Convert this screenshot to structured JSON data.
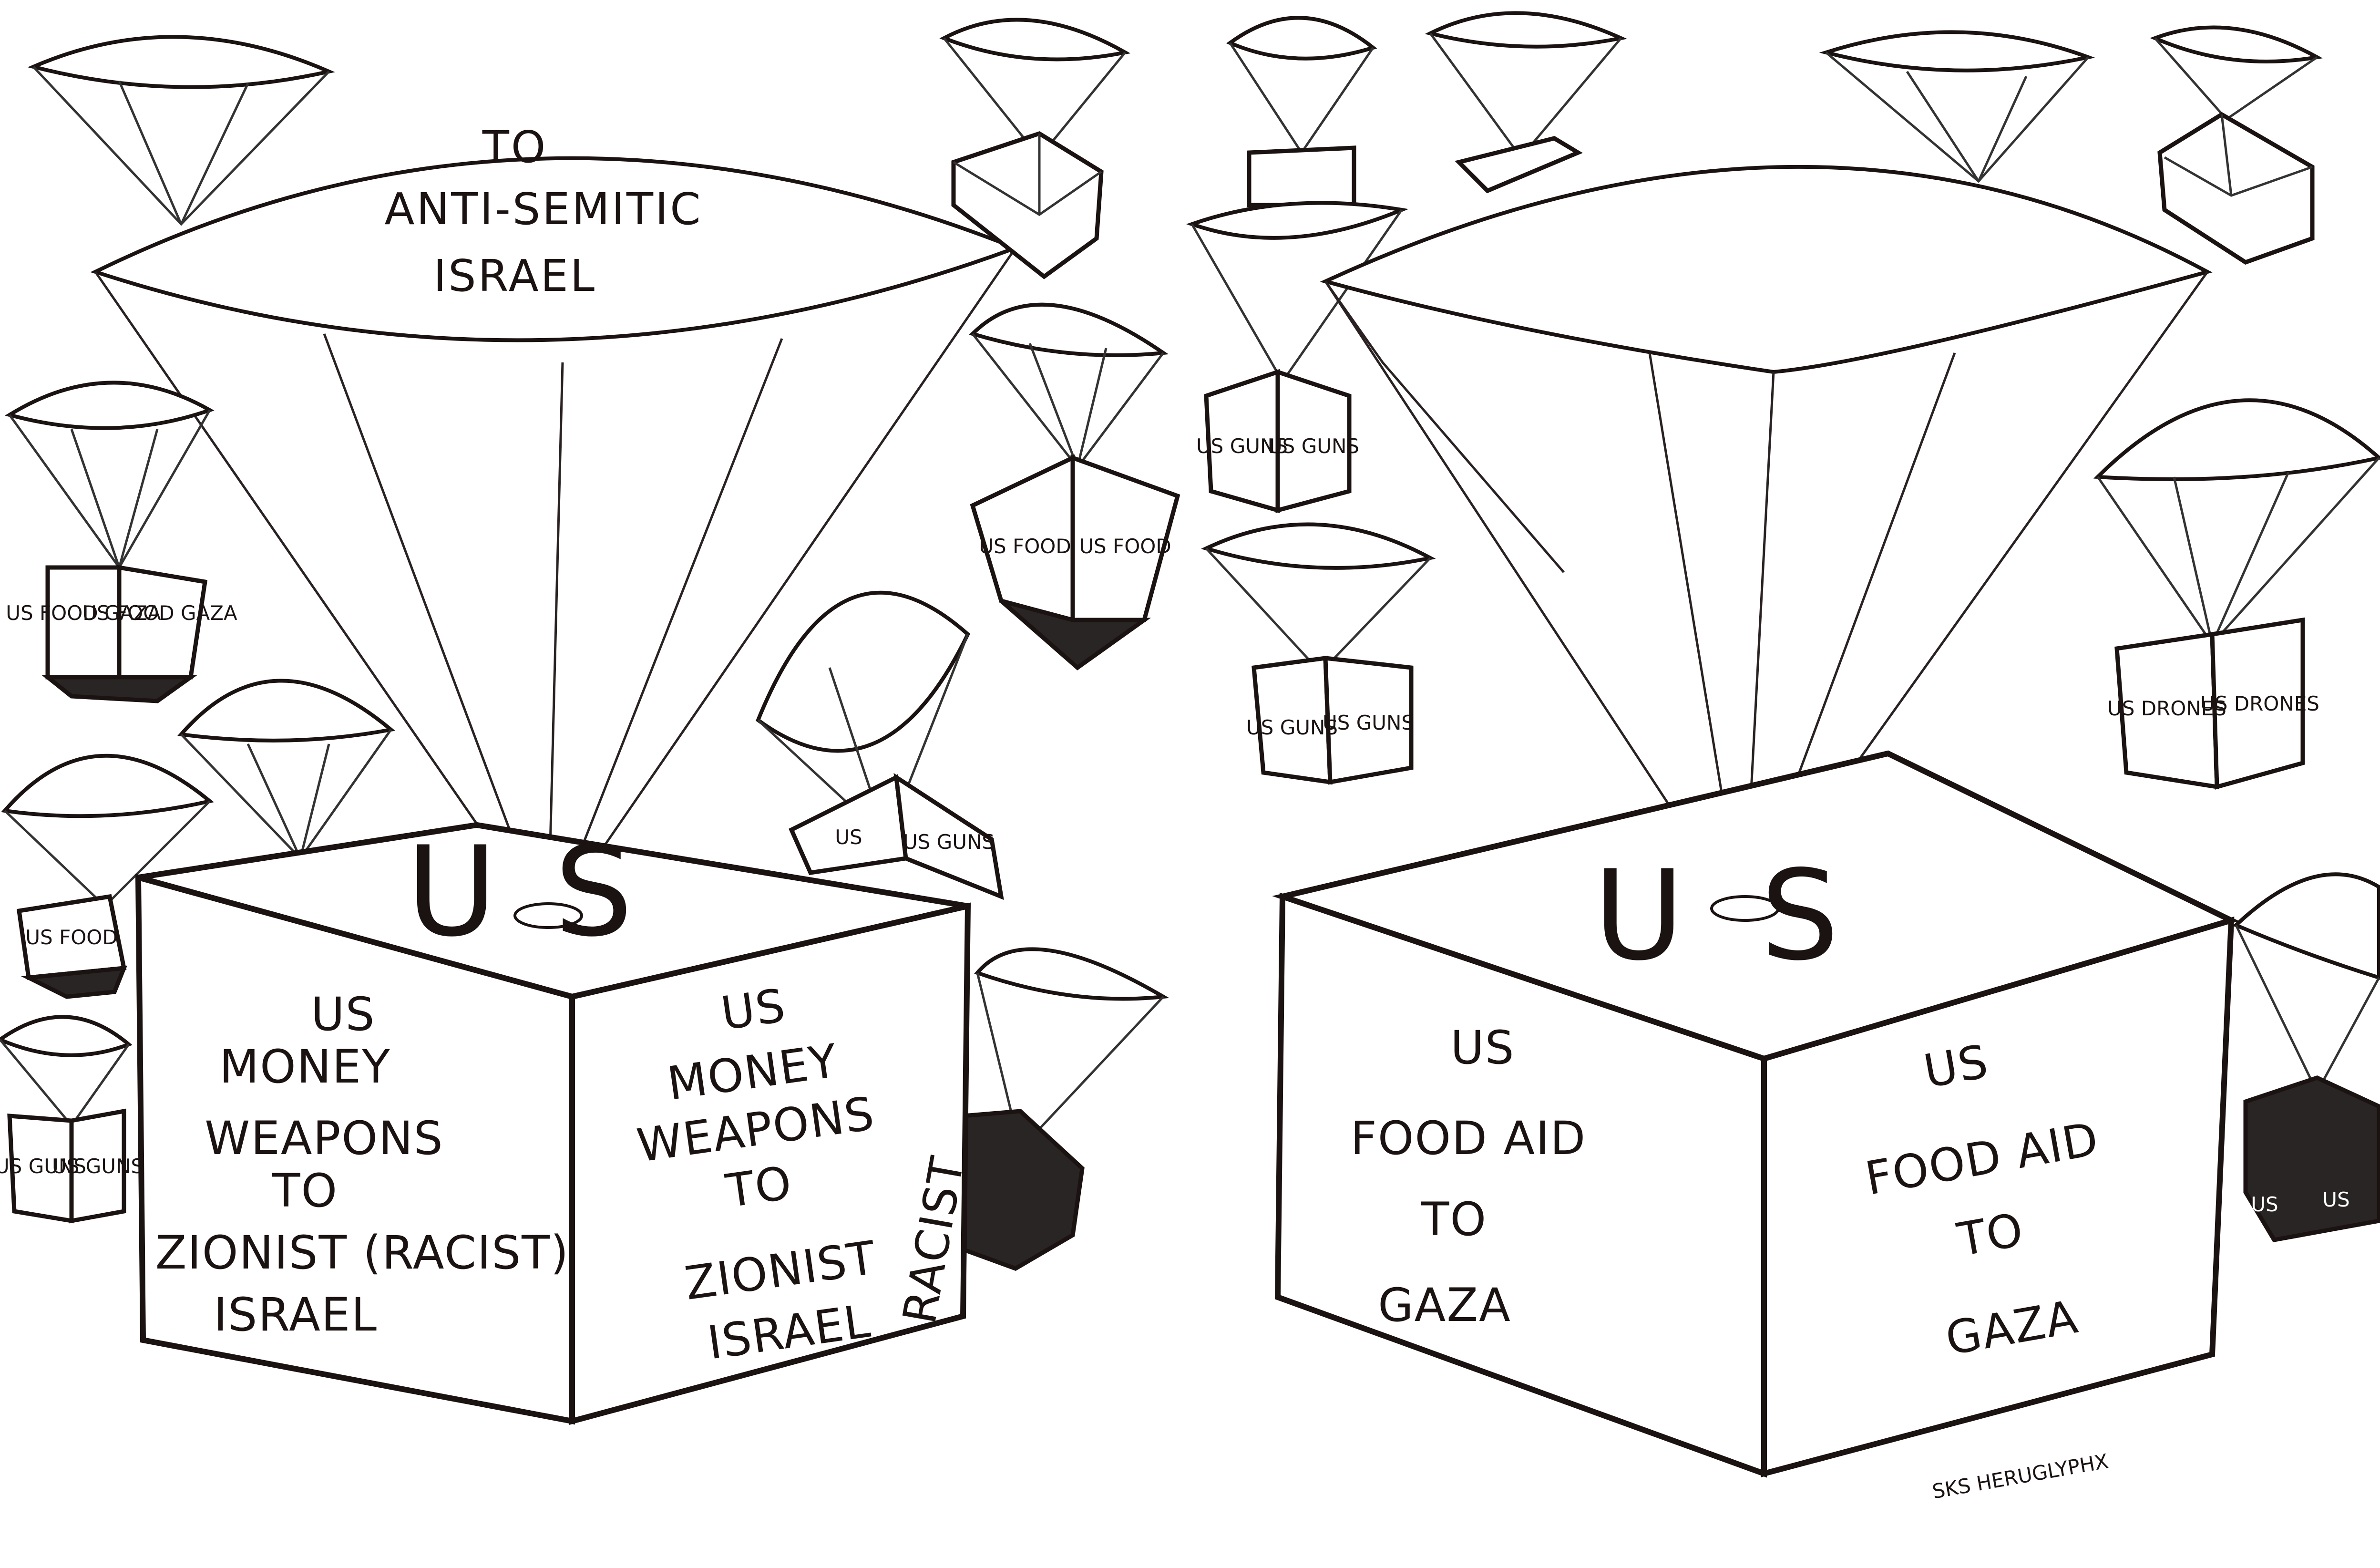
{
  "left": {
    "canopy_caption": [
      "TO",
      "ANTI-SEMITIC",
      "ISRAEL"
    ],
    "big_box": {
      "top": "US",
      "front_lines": [
        "US",
        "MONEY",
        "WEAPONS",
        "TO",
        "ZIONIST (RACIST)",
        "ISRAEL"
      ],
      "side_lines": [
        "US",
        "MONEY",
        "WEAPONS",
        "TO",
        "ZIONIST",
        "ISRAEL"
      ],
      "side_vertical": "RACIST"
    },
    "small_boxes": [
      {
        "label_a": "US FOOD GAZA",
        "label_b": "US FOOD GAZA"
      },
      {
        "label_a": "US FOOD",
        "label_b": "US FOOD"
      },
      {
        "label_a": "US",
        "label_b": "US GUNS"
      },
      {
        "label_a": "US FOOD",
        "label_b": ""
      },
      {
        "label_a": "US GUNS",
        "label_b": "US GUNS"
      }
    ]
  },
  "right": {
    "big_box": {
      "top": "US",
      "front_lines": [
        "US",
        "FOOD AID",
        "TO",
        "GAZA"
      ],
      "side_lines": [
        "US",
        "FOOD AID",
        "TO",
        "GAZA"
      ]
    },
    "small_boxes": [
      {
        "label_a": "US GUNS",
        "label_b": "US GUNS"
      },
      {
        "label_a": "US GUNS",
        "label_b": "US GUNS"
      },
      {
        "label_a": "US DRONES",
        "label_b": "US DRONES"
      },
      {
        "label_a": "US",
        "label_b": "US"
      }
    ],
    "signature": "SKS HERUGLYPHX"
  }
}
